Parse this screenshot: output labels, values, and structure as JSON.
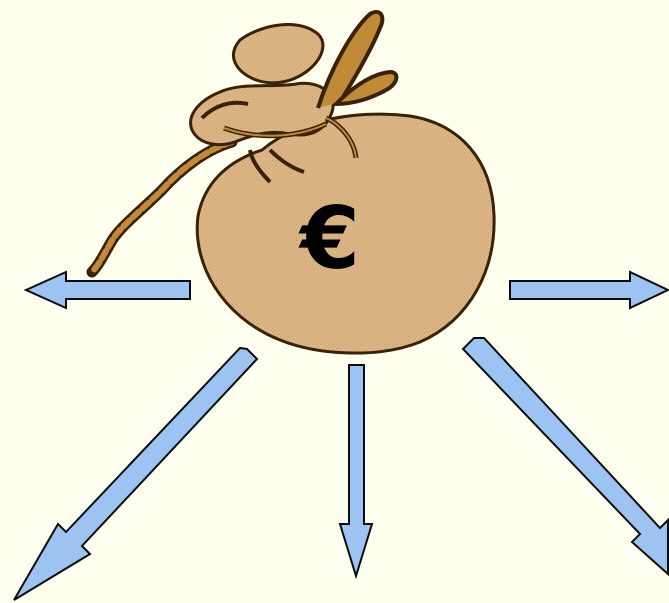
{
  "bag": {
    "symbol": "€"
  },
  "colors": {
    "background": "#fffff0",
    "bag_fill": "#d9b184",
    "bag_outline": "#3a2208",
    "rope": "#b8822e",
    "arrow_fill": "#9cc3f1",
    "arrow_stroke": "#0c0c0c",
    "symbol": "#000000"
  },
  "arrows": [
    {
      "name": "arrow-left",
      "direction": "left"
    },
    {
      "name": "arrow-right",
      "direction": "right"
    },
    {
      "name": "arrow-down-left",
      "direction": "down-left"
    },
    {
      "name": "arrow-down",
      "direction": "down"
    },
    {
      "name": "arrow-down-right",
      "direction": "down-right"
    }
  ]
}
